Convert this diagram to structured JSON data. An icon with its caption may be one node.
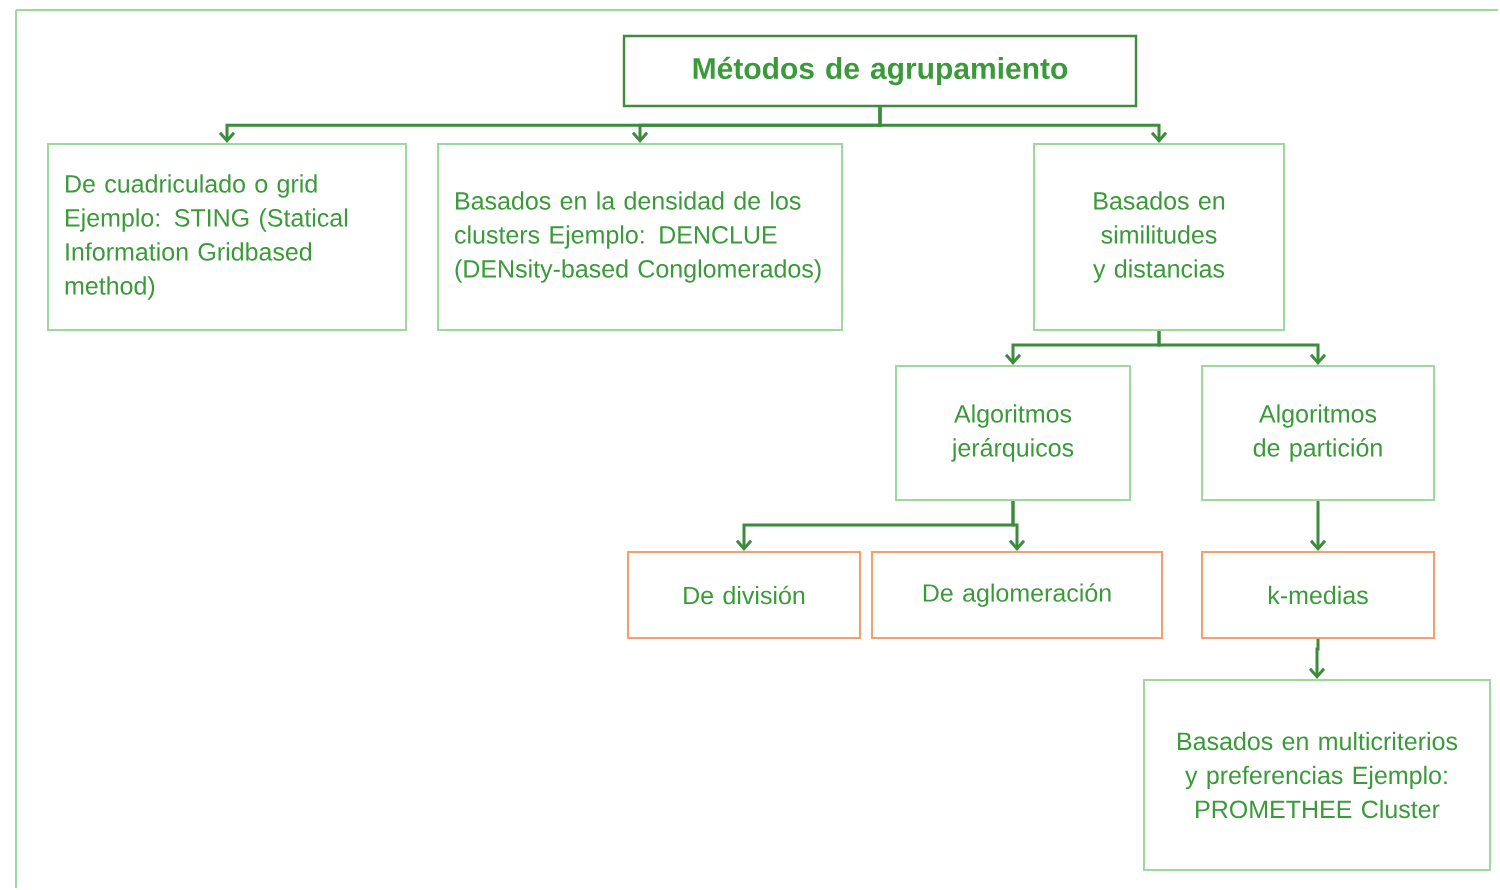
{
  "diagram": {
    "nodes": [
      {
        "text": [
          "Métodos de agrupamiento"
        ]
      },
      {
        "text": [
          "De cuadriculado o grid Ejemplo: STING (Statical Information Gridbased method)"
        ]
      },
      {
        "text": [
          "Basados en la densidad de los clusters Ejemplo: DENCLUE (DENsity-based Conglomerados)"
        ]
      },
      {
        "text": [
          "Basados en similitudes y distancias"
        ]
      },
      {
        "text": [
          "Algoritmos jerárquicos"
        ]
      },
      {
        "text": [
          "Algoritmos de partición"
        ]
      },
      {
        "text": [
          "De división"
        ]
      },
      {
        "text": [
          "De aglomeración"
        ]
      },
      {
        "text": [
          "k-medias"
        ]
      },
      {
        "text": [
          "Basados en multicriterios y preferencias Ejemplo: PROMETHEE Cluster"
        ]
      }
    ],
    "edges": [
      {
        "from": 0,
        "to": 1,
        "arrow": "to"
      },
      {
        "from": 0,
        "to": 2,
        "arrow": "to"
      },
      {
        "from": 0,
        "to": 3,
        "arrow": "to"
      },
      {
        "from": 3,
        "to": 4,
        "arrow": "to"
      },
      {
        "from": 3,
        "to": 5,
        "arrow": "to"
      },
      {
        "from": 4,
        "to": 6,
        "arrow": "to"
      },
      {
        "from": 4,
        "to": 7,
        "arrow": "to"
      },
      {
        "from": 5,
        "to": 8,
        "arrow": "to"
      },
      {
        "from": 8,
        "to": 9,
        "arrow": "to"
      }
    ]
  }
}
